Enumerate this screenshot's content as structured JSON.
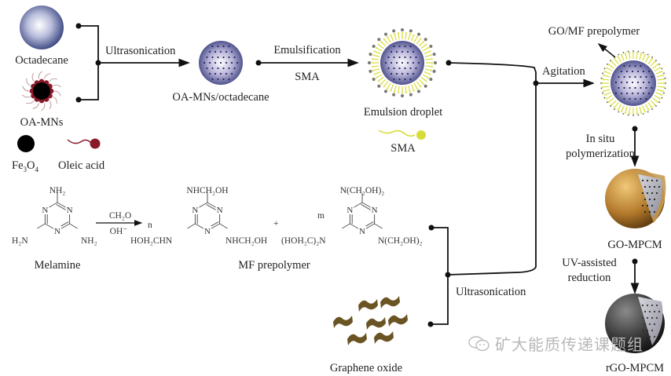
{
  "title": "Synthesis scheme of GO-MPCM and rGO-MPCM microcapsules",
  "materials": {
    "octadecane": "Octadecane",
    "oa_mns": "OA-MNs",
    "fe3o4_base": "Fe",
    "fe3o4_sub1": "3",
    "fe3o4_mid": "O",
    "fe3o4_sub2": "4",
    "oleic_acid": "Oleic acid",
    "oa_mns_octadecane": "OA-MNs/octadecane",
    "emulsion_droplet": "Emulsion droplet",
    "sma": "SMA",
    "go_mf_prepolymer": "GO/MF prepolymer",
    "go_mpcm": "GO-MPCM",
    "rgo_mpcm": "rGO-MPCM",
    "graphene_oxide": "Graphene oxide",
    "melamine": "Melamine",
    "mf_prepolymer": "MF prepolymer"
  },
  "steps": {
    "ultrasonication_1": "Ultrasonication",
    "emulsification": "Emulsification",
    "emulsification_agent": "SMA",
    "agitation": "Agitation",
    "in_situ_line1": "In situ",
    "in_situ_line2": "polymerization",
    "uv_line1": "UV-assisted",
    "uv_line2": "reduction",
    "ultrasonication_2": "Ultrasonication"
  },
  "chemistry": {
    "reagent_top": "CH₂O",
    "reagent_bottom": "OH⁻",
    "n_label": "n",
    "m_label": "m",
    "plus": "+",
    "ring_n": "N",
    "melamine_top": "NH₂",
    "melamine_left": "H₂N",
    "melamine_right": "NH₂",
    "p1_top": "NHCH₂OH",
    "p1_left": "HOH₂CHN",
    "p1_right": "NHCH₂OH",
    "p2_top": "N(CH₂OH)₂",
    "p2_left": "(HOH₂C)₂N",
    "p2_right": "N(CH₂OH)₂"
  },
  "watermark": "矿大能质传递课题组",
  "colors": {
    "octadecane_core": "#4a5590",
    "oleic_head": "#8a1a2a",
    "sma_yellow": "#d8dc3a",
    "go_shell": "#b07a2a",
    "rgo_shell": "#3a3a3a",
    "graphene_oxide": "#6b5424",
    "line": "#111111"
  }
}
